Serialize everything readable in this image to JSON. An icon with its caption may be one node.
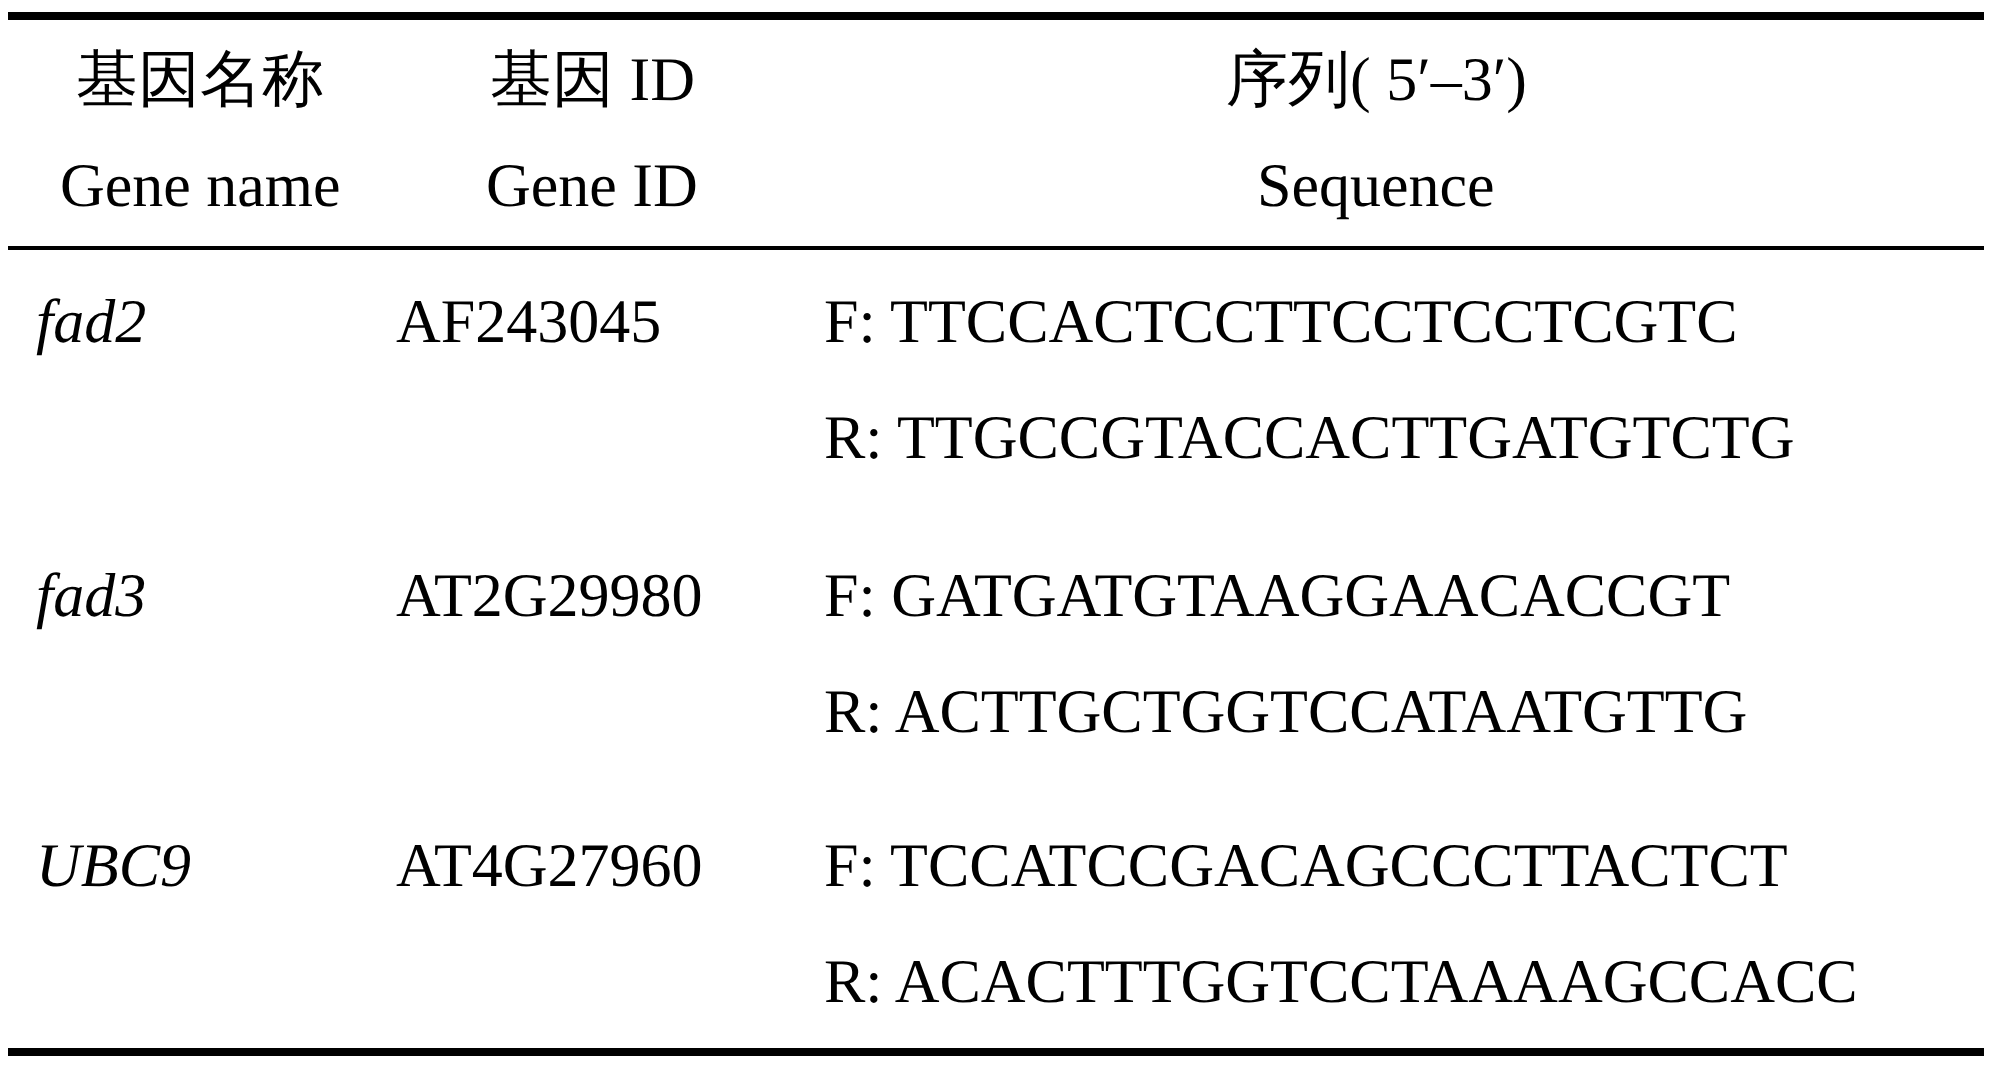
{
  "diagram": {
    "labels": [
      "基因名称",
      "基因 ID",
      "序列( 5′–3′)",
      "Gene name",
      "Gene ID",
      "Sequence",
      "fad2",
      "AF243045",
      "F: TTCCACTCCTTCCTCCTCGTC",
      "R: TTGCCGTACCACTTGATGTCTG",
      "fad3",
      "AT2G29980",
      "F: GATGATGTAAGGAACACCGT",
      "R: ACTTGCTGGTCCATAATGTTG",
      "UBC9",
      "AT4G27960",
      "F: TCCATCCGACAGCCCTTACTCT",
      "R: ACACTTTGGTCCTAAAAGCCACC"
    ]
  }
}
